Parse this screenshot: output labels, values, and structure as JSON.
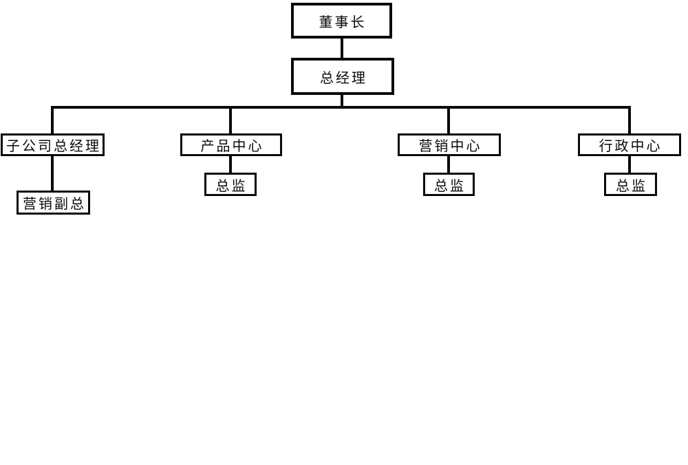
{
  "diagram": {
    "type": "org-chart",
    "root": {
      "label": "董事长"
    },
    "level2": {
      "label": "总经理"
    },
    "departments": [
      {
        "label": "子公司总经理",
        "subordinate": {
          "label": "营销副总"
        }
      },
      {
        "label": "产品中心",
        "subordinate": {
          "label": "总监"
        }
      },
      {
        "label": "营销中心",
        "subordinate": {
          "label": "总监"
        }
      },
      {
        "label": "行政中心",
        "subordinate": {
          "label": "总监"
        }
      }
    ]
  },
  "colors": {
    "background": "#ffffff",
    "box_border": "#0a0a0a",
    "connector": "#0a0a0a",
    "text": "#0a0a0a"
  }
}
